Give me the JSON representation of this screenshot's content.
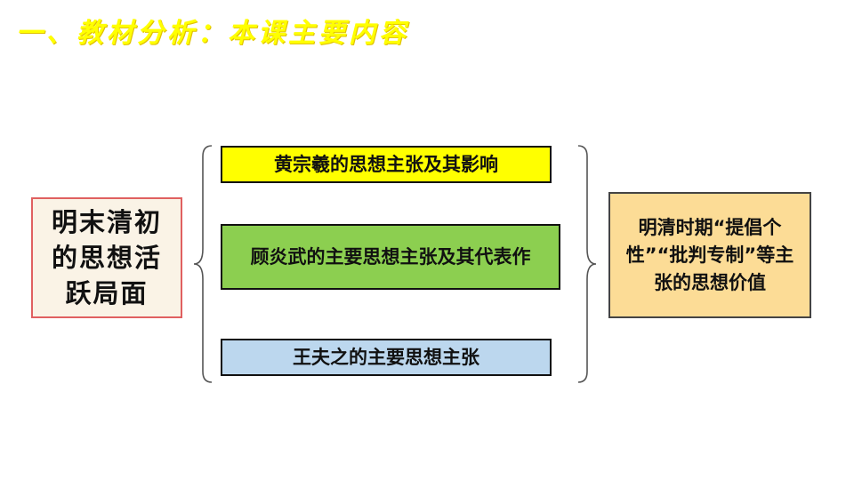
{
  "title": "一、教材分析：本课主要内容",
  "left_box": {
    "text": "明末清初的思想活跃局面"
  },
  "topics": [
    {
      "label": "黄宗羲的思想主张及其影响",
      "color": "#ffff00"
    },
    {
      "label": "顾炎武的主要思想主张及其代表作",
      "color": "#8ccf50"
    },
    {
      "label": "王夫之的主要思想主张",
      "color": "#bcd7ee"
    }
  ],
  "right_box": {
    "text": "明清时期“提倡个性”“批判专制”等主张的思想价值"
  },
  "colors": {
    "title": "#ffff00",
    "left_border": "#e06060",
    "left_fill": "#faf3e6",
    "right_fill": "#fcdc96"
  }
}
